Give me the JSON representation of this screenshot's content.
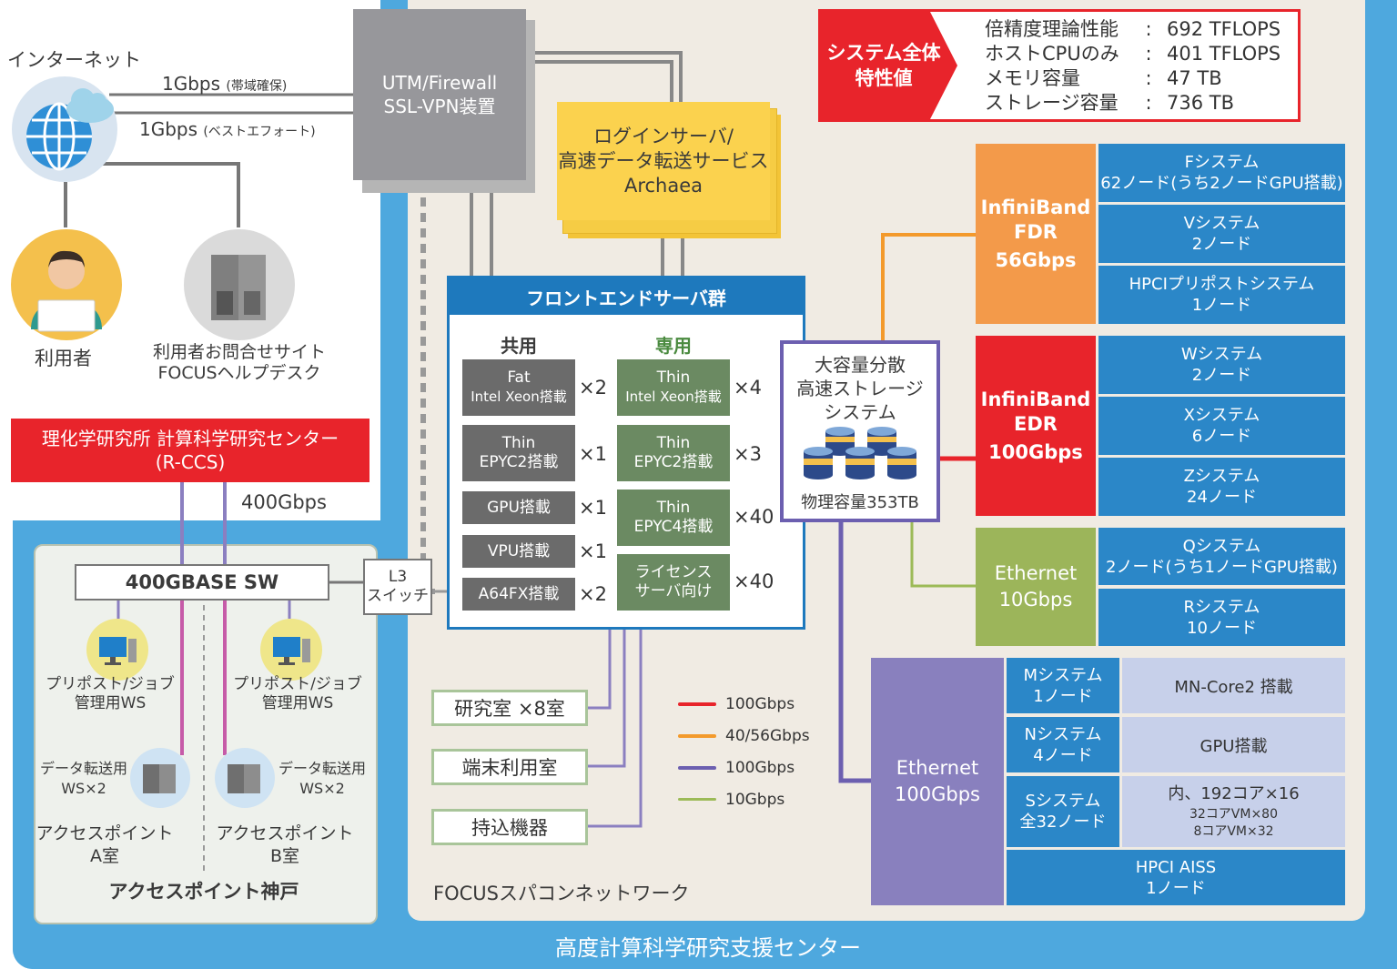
{
  "internet": {
    "label": "インターネット",
    "link1": "1Gbps",
    "link1_note": "(帯域確保)",
    "link2": "1Gbps",
    "link2_note": "(ベストエフォート)",
    "user_label": "利用者",
    "helpdesk_label_1": "利用者お問合せサイト",
    "helpdesk_label_2": "FOCUSヘルプデスク"
  },
  "utm": {
    "line1": "UTM/Firewall",
    "line2": "SSL-VPN装置"
  },
  "login": {
    "line1": "ログインサーバ/",
    "line2": "高速データ転送サービス",
    "line3": "Archaea"
  },
  "spec": {
    "badge_line1": "システム全体",
    "badge_line2": "特性値",
    "rows": [
      {
        "key": "倍精度理論性能",
        "sep": ":",
        "value": "692 TFLOPS"
      },
      {
        "key": "ホストCPUのみ",
        "sep": ":",
        "value": "401 TFLOPS"
      },
      {
        "key": "メモリ容量",
        "sep": ":",
        "value": "47 TB"
      },
      {
        "key": "ストレージ容量",
        "sep": ":",
        "value": "736 TB"
      }
    ]
  },
  "riken": {
    "line1": "理化学研究所 計算科学研究センター",
    "line2": "(R-CCS)",
    "link": "400Gbps"
  },
  "kobe": {
    "switch": "400GBASE SW",
    "l3_line1": "L3",
    "l3_line2": "スイッチ",
    "ws_label_1": "プリポスト/ジョブ",
    "ws_label_2": "管理用WS",
    "dt_label_1": "データ転送用",
    "dt_label_2": "WS×2",
    "room_a_1": "アクセスポイント",
    "room_a_2": "A室",
    "room_b_1": "アクセスポイント",
    "room_b_2": "B室",
    "title": "アクセスポイント神戸"
  },
  "frontend": {
    "title": "フロントエンドサーバ群",
    "shared_label": "共用",
    "dedicated_label": "専用",
    "shared": [
      {
        "line1": "Fat",
        "line2": "Intel Xeon搭載",
        "count": "×2"
      },
      {
        "line1": "Thin",
        "line2": "EPYC2搭載",
        "count": "×1"
      },
      {
        "line1": "GPU搭載",
        "line2": "",
        "count": "×1"
      },
      {
        "line1": "VPU搭載",
        "line2": "",
        "count": "×1"
      },
      {
        "line1": "A64FX搭載",
        "line2": "",
        "count": "×2"
      }
    ],
    "dedicated": [
      {
        "line1": "Thin",
        "line2": "Intel Xeon搭載",
        "count": "×4"
      },
      {
        "line1": "Thin",
        "line2": "EPYC2搭載",
        "count": "×3"
      },
      {
        "line1": "Thin",
        "line2": "EPYC4搭載",
        "count": "×40"
      },
      {
        "line1": "ライセンス",
        "line2": "サーバ向け",
        "count": "×40"
      }
    ]
  },
  "rooms": [
    "研究室 ×8室",
    "端末利用室",
    "持込機器"
  ],
  "legend": [
    {
      "color": "#e8242b",
      "label": "100Gbps"
    },
    {
      "color": "#f39a2c",
      "label": "40/56Gbps"
    },
    {
      "color": "#6c5fb0",
      "label": "100Gbps"
    },
    {
      "color": "#9cba57",
      "label": "10Gbps"
    }
  ],
  "storage": {
    "line1": "大容量分散",
    "line2": "高速ストレージ",
    "line3": "システム",
    "capacity": "物理容量353TB"
  },
  "networks": {
    "fdr": {
      "line1": "InfiniBand",
      "line2": "FDR",
      "line3": "56Gbps",
      "color": "#f39a4a"
    },
    "edr": {
      "line1": "InfiniBand",
      "line2": "EDR",
      "line3": "100Gbps",
      "color": "#e8242b"
    },
    "eth10": {
      "line1": "Ethernet",
      "line2": "10Gbps",
      "color": "#9cb55a"
    },
    "eth100": {
      "line1": "Ethernet",
      "line2": "100Gbps",
      "color": "#8980be"
    }
  },
  "systems": {
    "fdr": [
      {
        "line1": "Fシステム",
        "line2": "62ノード(うち2ノードGPU搭載)"
      },
      {
        "line1": "Vシステム",
        "line2": "2ノード"
      },
      {
        "line1": "HPCIプリポストシステム",
        "line2": "1ノード"
      }
    ],
    "edr": [
      {
        "line1": "Wシステム",
        "line2": "2ノード"
      },
      {
        "line1": "Xシステム",
        "line2": "6ノード"
      },
      {
        "line1": "Zシステム",
        "line2": "24ノード"
      }
    ],
    "eth10": [
      {
        "line1": "Qシステム",
        "line2": "2ノード(うち1ノードGPU搭載)"
      },
      {
        "line1": "Rシステム",
        "line2": "10ノード"
      }
    ],
    "eth100": [
      {
        "line1": "Mシステム",
        "line2": "1ノード",
        "detail1": "MN-Core2 搭載",
        "detail2": "",
        "detail3": ""
      },
      {
        "line1": "Nシステム",
        "line2": "4ノード",
        "detail1": "GPU搭載",
        "detail2": "",
        "detail3": ""
      },
      {
        "line1": "Sシステム",
        "line2": "全32ノード",
        "detail1": "内、192コア×16",
        "detail2": "32コアVM×80",
        "detail3": "8コアVM×32"
      }
    ],
    "aiss": {
      "line1": "HPCI AISS",
      "line2": "1ノード"
    }
  },
  "focus_label": "FOCUSスパコンネットワーク",
  "center_label": "高度計算科学研究支援センター"
}
